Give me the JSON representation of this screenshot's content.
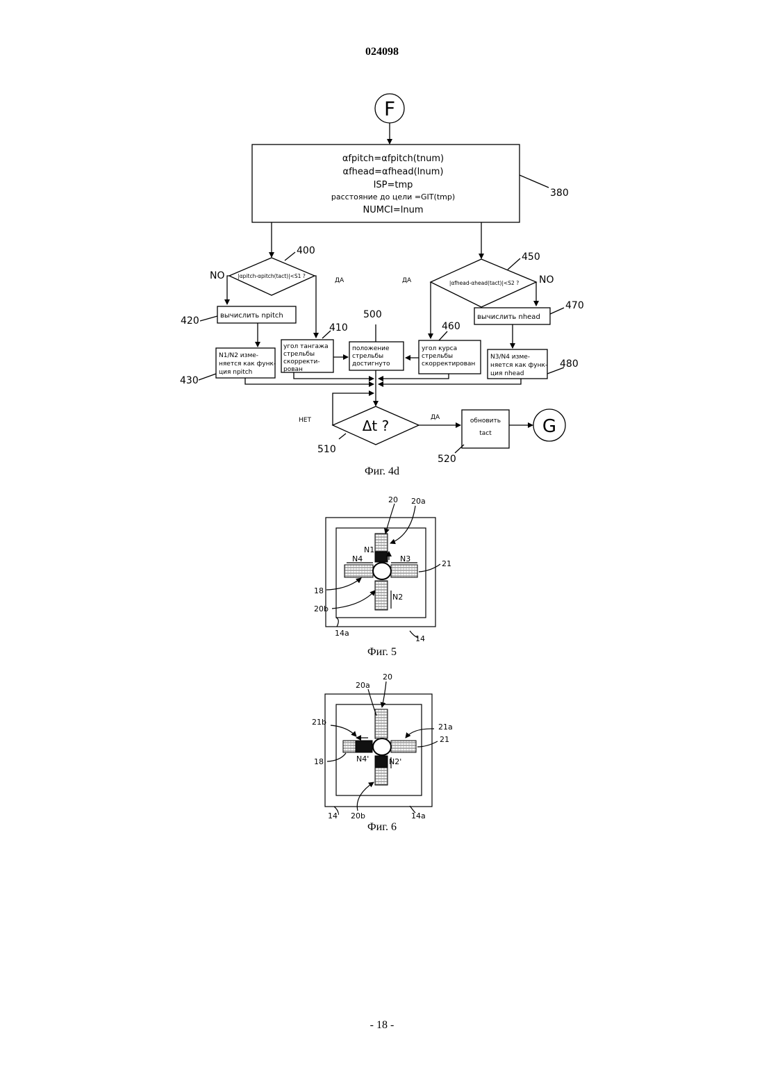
{
  "header": {
    "doc_number": "024098"
  },
  "footer": {
    "page_number": "- 18 -"
  },
  "fig4d": {
    "caption": "Фиг. 4d",
    "connector_start": "F",
    "connector_end": "G",
    "block380": {
      "line1": "αfpitch=αfpitch(tnum)",
      "line2": "αfhead=αfhead(lnum)",
      "line3": "ISP=tmp",
      "line4": "расстояние до цели =GIT(tmp)",
      "line5": "NUMCI=lnum",
      "ref": "380"
    },
    "decision400": {
      "text": "|αpitch-αpitch(tact)|<S1 ?",
      "ref": "400",
      "no_label": "NO",
      "yes_label": "ДА"
    },
    "decision450": {
      "text": "|αfhead-αhead(tact)|<S2 ?",
      "ref": "450",
      "no_label": "NO",
      "yes_label": "ДА"
    },
    "box420": {
      "text": "вычислить npitch",
      "ref": "420"
    },
    "box430": {
      "line1": "N1/N2 изме-",
      "line2": "няется как функ-",
      "line3": "ция npitch",
      "ref": "430"
    },
    "box410": {
      "line1": "угол тангажа",
      "line2": "стрельбы",
      "line3": "скорректи-",
      "line4": "рован",
      "ref": "410"
    },
    "box500": {
      "line1": "положение",
      "line2": "стрельбы",
      "line3": "достигнуто",
      "ref": "500"
    },
    "box460": {
      "line1": "угол курса",
      "line2": "стрельбы",
      "line3": "скорректирован",
      "ref": "460"
    },
    "box470": {
      "text": "вычислить nhead",
      "ref": "470"
    },
    "box480": {
      "line1": "N3/N4 изме-",
      "line2": "няется как функ-",
      "line3": "ция nhead",
      "ref": "480"
    },
    "decision510": {
      "text": "Δt ?",
      "ref": "510",
      "no_label": "НЕТ",
      "yes_label": "ДА"
    },
    "box520": {
      "line1": "обновить",
      "line2": "tact",
      "ref": "520"
    }
  },
  "fig5": {
    "caption": "Фиг. 5",
    "labels": {
      "l20": "20",
      "l20a": "20a",
      "n1": "N1",
      "n4": "N4",
      "n3": "N3",
      "l21": "21",
      "l18": "18",
      "n2": "N2",
      "l20b": "20b",
      "l14a": "14a",
      "l14": "14"
    }
  },
  "fig6": {
    "caption": "Фиг. 6",
    "labels": {
      "l20": "20",
      "l20a": "20a",
      "l21b": "21b",
      "l21a": "21a",
      "l21": "21",
      "l18": "18",
      "n4p": "N4'",
      "n2p": "N2'",
      "l20b": "20b",
      "l14p": "14'",
      "l14a": "14a"
    }
  }
}
